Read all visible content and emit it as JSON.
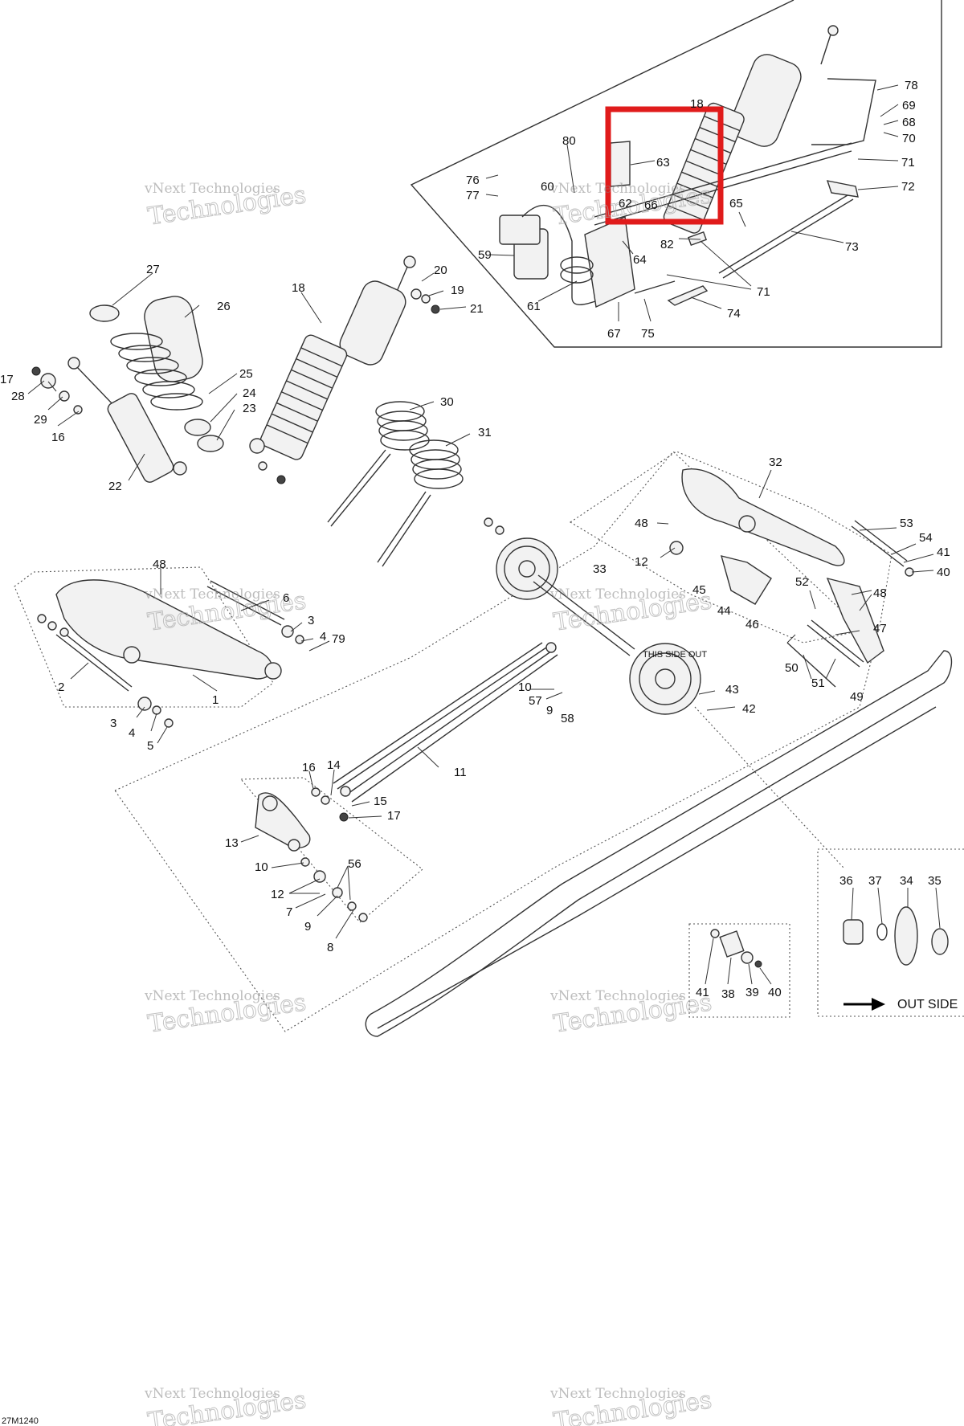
{
  "diagram_code": "27M1240",
  "watermark": {
    "line1": "vNext Technologies",
    "line2": "Technologies"
  },
  "out_side_label": "OUT SIDE",
  "wheel_text": "THIS SIDE OUT",
  "highlight_color": "#e01b1b",
  "callouts": [
    {
      "id": "c78",
      "label": "78"
    },
    {
      "id": "c18a",
      "label": "18"
    },
    {
      "id": "c69",
      "label": "69"
    },
    {
      "id": "c68",
      "label": "68"
    },
    {
      "id": "c70",
      "label": "70"
    },
    {
      "id": "c80",
      "label": "80"
    },
    {
      "id": "c63",
      "label": "63"
    },
    {
      "id": "c71a",
      "label": "71"
    },
    {
      "id": "c76",
      "label": "76"
    },
    {
      "id": "c72",
      "label": "72"
    },
    {
      "id": "c60",
      "label": "60"
    },
    {
      "id": "c62",
      "label": "62"
    },
    {
      "id": "c66",
      "label": "66"
    },
    {
      "id": "c77",
      "label": "77"
    },
    {
      "id": "c65",
      "label": "65"
    },
    {
      "id": "c82",
      "label": "82"
    },
    {
      "id": "c73",
      "label": "73"
    },
    {
      "id": "c59",
      "label": "59"
    },
    {
      "id": "c64",
      "label": "64"
    },
    {
      "id": "c71b",
      "label": "71"
    },
    {
      "id": "c61",
      "label": "61"
    },
    {
      "id": "c74",
      "label": "74"
    },
    {
      "id": "c67",
      "label": "67"
    },
    {
      "id": "c75",
      "label": "75"
    },
    {
      "id": "c27",
      "label": "27"
    },
    {
      "id": "c20",
      "label": "20"
    },
    {
      "id": "c18b",
      "label": "18"
    },
    {
      "id": "c19",
      "label": "19"
    },
    {
      "id": "c26",
      "label": "26"
    },
    {
      "id": "c21",
      "label": "21"
    },
    {
      "id": "c25",
      "label": "25"
    },
    {
      "id": "c17a",
      "label": "17"
    },
    {
      "id": "c28",
      "label": "28"
    },
    {
      "id": "c24",
      "label": "24"
    },
    {
      "id": "c29",
      "label": "29"
    },
    {
      "id": "c23",
      "label": "23"
    },
    {
      "id": "c16a",
      "label": "16"
    },
    {
      "id": "c30",
      "label": "30"
    },
    {
      "id": "c31",
      "label": "31"
    },
    {
      "id": "c22",
      "label": "22"
    },
    {
      "id": "c32",
      "label": "32"
    },
    {
      "id": "c48a",
      "label": "48"
    },
    {
      "id": "c53",
      "label": "53"
    },
    {
      "id": "c54",
      "label": "54"
    },
    {
      "id": "c12a",
      "label": "12"
    },
    {
      "id": "c41a",
      "label": "41"
    },
    {
      "id": "c40a",
      "label": "40"
    },
    {
      "id": "c48b",
      "label": "48"
    },
    {
      "id": "c33",
      "label": "33"
    },
    {
      "id": "c52",
      "label": "52"
    },
    {
      "id": "c45",
      "label": "45"
    },
    {
      "id": "c48c",
      "label": "48"
    },
    {
      "id": "c6",
      "label": "6"
    },
    {
      "id": "c44",
      "label": "44"
    },
    {
      "id": "c46",
      "label": "46"
    },
    {
      "id": "c47",
      "label": "47"
    },
    {
      "id": "c3a",
      "label": "3"
    },
    {
      "id": "c4a",
      "label": "4"
    },
    {
      "id": "c79",
      "label": "79"
    },
    {
      "id": "c50",
      "label": "50"
    },
    {
      "id": "c51",
      "label": "51"
    },
    {
      "id": "c2",
      "label": "2"
    },
    {
      "id": "c1",
      "label": "1"
    },
    {
      "id": "c49",
      "label": "49"
    },
    {
      "id": "c10a",
      "label": "10"
    },
    {
      "id": "c43",
      "label": "43"
    },
    {
      "id": "c57",
      "label": "57"
    },
    {
      "id": "c42",
      "label": "42"
    },
    {
      "id": "c9a",
      "label": "9"
    },
    {
      "id": "c58",
      "label": "58"
    },
    {
      "id": "c3b",
      "label": "3"
    },
    {
      "id": "c4b",
      "label": "4"
    },
    {
      "id": "c5",
      "label": "5"
    },
    {
      "id": "c11",
      "label": "11"
    },
    {
      "id": "c16b",
      "label": "16"
    },
    {
      "id": "c14",
      "label": "14"
    },
    {
      "id": "c15",
      "label": "15"
    },
    {
      "id": "c17b",
      "label": "17"
    },
    {
      "id": "c13",
      "label": "13"
    },
    {
      "id": "c56",
      "label": "56"
    },
    {
      "id": "c10b",
      "label": "10"
    },
    {
      "id": "c12b",
      "label": "12"
    },
    {
      "id": "c7",
      "label": "7"
    },
    {
      "id": "c9b",
      "label": "9"
    },
    {
      "id": "c8",
      "label": "8"
    },
    {
      "id": "c36",
      "label": "36"
    },
    {
      "id": "c37",
      "label": "37"
    },
    {
      "id": "c34",
      "label": "34"
    },
    {
      "id": "c35",
      "label": "35"
    },
    {
      "id": "c41b",
      "label": "41"
    },
    {
      "id": "c38",
      "label": "38"
    },
    {
      "id": "c39",
      "label": "39"
    },
    {
      "id": "c40b",
      "label": "40"
    }
  ]
}
